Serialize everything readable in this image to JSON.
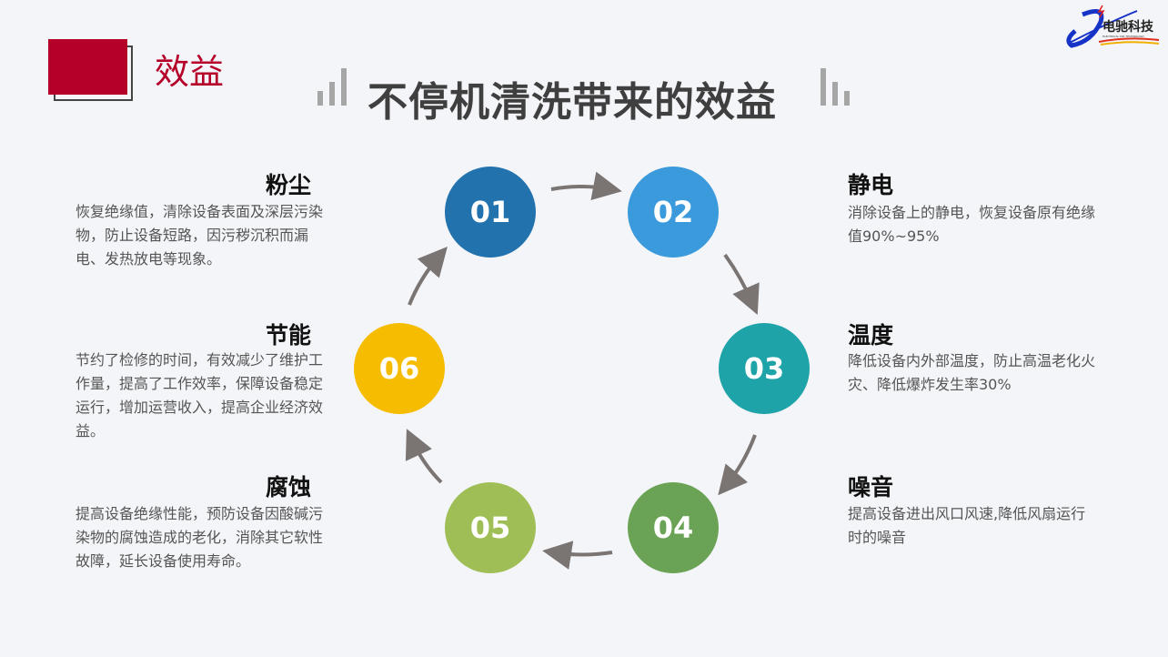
{
  "header": {
    "section": "效益",
    "title": "不停机清洗带来的效益",
    "logo_text": "电驰科技",
    "logo_sub": "ELECTRICAL DRI TECHNOLOGY"
  },
  "steps": [
    {
      "num": "01",
      "title": "粉尘",
      "desc": "恢复绝缘值，清除设备表面及深层污染物，防止设备短路，因污秽沉积而漏电、发热放电等现象。",
      "color": "#2272ad"
    },
    {
      "num": "02",
      "title": "静电",
      "desc": "消除设备上的静电，恢复设备原有绝缘值90%~95%",
      "color": "#3a9adb"
    },
    {
      "num": "03",
      "title": "温度",
      "desc": "降低设备内外部温度，防止高温老化火灾、降低爆炸发生率30%",
      "color": "#1ea3a9"
    },
    {
      "num": "04",
      "title": "噪音",
      "desc": "提高设备进出风口风速,降低风扇运行时的噪音",
      "color": "#6aa355"
    },
    {
      "num": "05",
      "title": "腐蚀",
      "desc": "提高设备绝缘性能，预防设备因酸碱污染物的腐蚀造成的老化，消除其它软性故障，延长设备使用寿命。",
      "color": "#9fbf56"
    },
    {
      "num": "06",
      "title": "节能",
      "desc": "节约了检修的时间，有效减少了维护工作量，提高了工作效率，保障设备稳定运行，增加运营收入，提高企业经济效益。",
      "color": "#f6bc00"
    }
  ]
}
